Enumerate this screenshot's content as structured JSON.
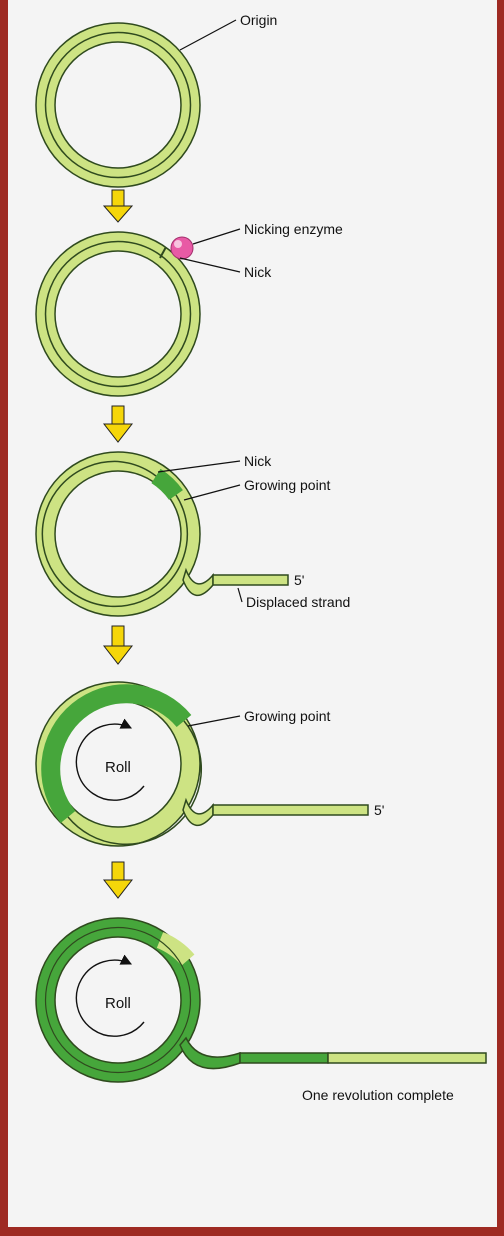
{
  "colors": {
    "background": "#f4f4f4",
    "border": "#9e2a22",
    "strand_light": "#cde383",
    "strand_dark": "#46a63b",
    "outline": "#2f4a1e",
    "arrow": "#f5d60a",
    "enzyme": "#e85aa5"
  },
  "labels": {
    "origin": "Origin",
    "nicking_enzyme": "Nicking enzyme",
    "nick_1": "Nick",
    "nick_2": "Nick",
    "growing_point_1": "Growing point",
    "growing_point_2": "Growing point",
    "five_prime_1": "5'",
    "five_prime_2": "5'",
    "displaced_strand": "Displaced strand",
    "roll_1": "Roll",
    "roll_2": "Roll",
    "one_revolution": "One revolution complete"
  }
}
